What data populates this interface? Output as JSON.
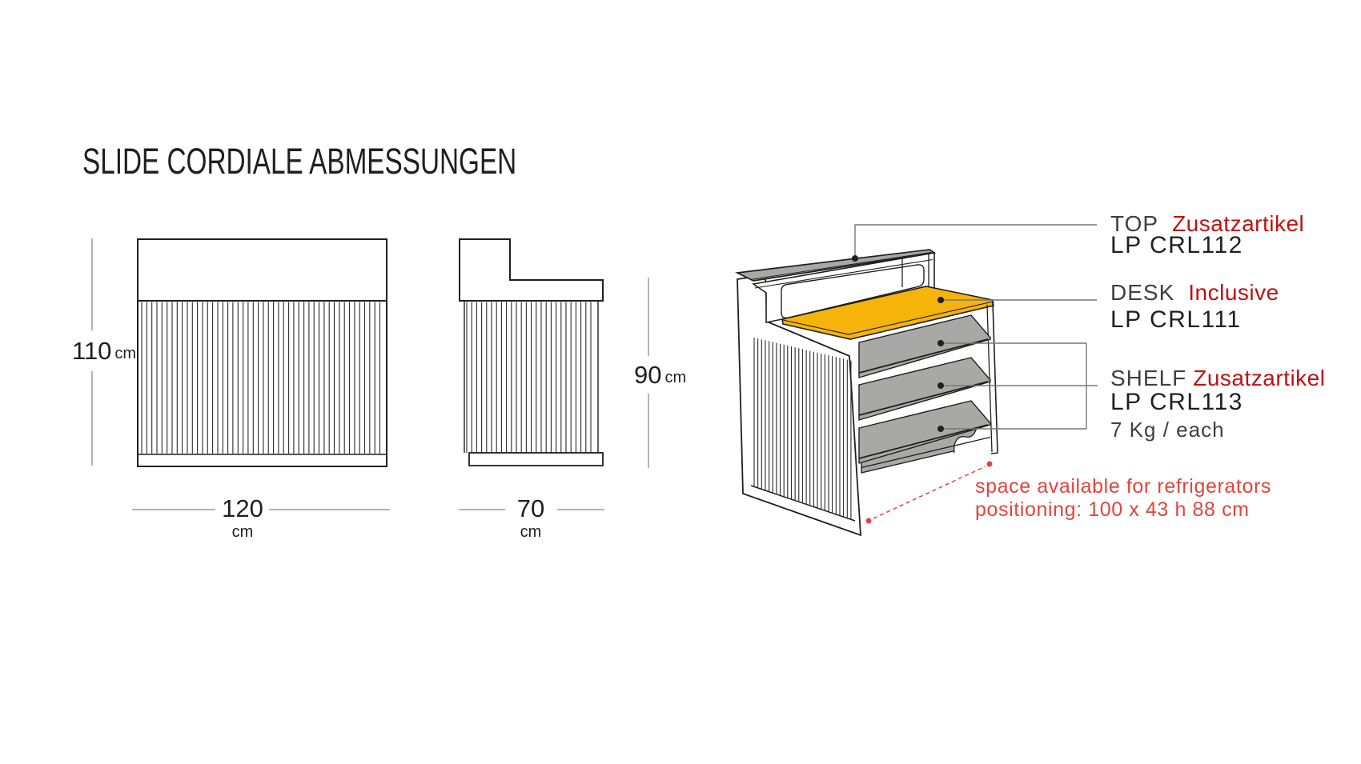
{
  "title": "SLIDE CORDIALE ABMESSUNGEN",
  "colors": {
    "ink": "#1f1f1f",
    "rib": "#2a2a2a",
    "surface_gray": "#a8a8a6",
    "desk_yellow": "#f6b40a",
    "label_gray": "#3f3f3f",
    "label_red": "#c21010",
    "note_red": "#e2453c",
    "dim_gray": "#9a9a9a",
    "leader_gray": "#777777"
  },
  "front_view": {
    "height_value": "110",
    "height_unit": "cm",
    "width_value": "120",
    "width_unit": "cm"
  },
  "side_view": {
    "height_value": "90",
    "height_unit": "cm",
    "depth_value": "70",
    "depth_unit": "cm"
  },
  "callouts": {
    "top": {
      "part": "TOP",
      "tag": "Zusatzartikel",
      "code": "LP CRL112"
    },
    "desk": {
      "part": "DESK",
      "tag": "Inclusive",
      "code": "LP CRL111"
    },
    "shelf": {
      "part": "SHELF",
      "tag": "Zusatzartikel",
      "code": "LP CRL113",
      "note": "7 Kg / each"
    }
  },
  "refrigerator_note": {
    "line1": "space available for refrigerators",
    "line2": "positioning: 100 x 43 h 88 cm"
  }
}
